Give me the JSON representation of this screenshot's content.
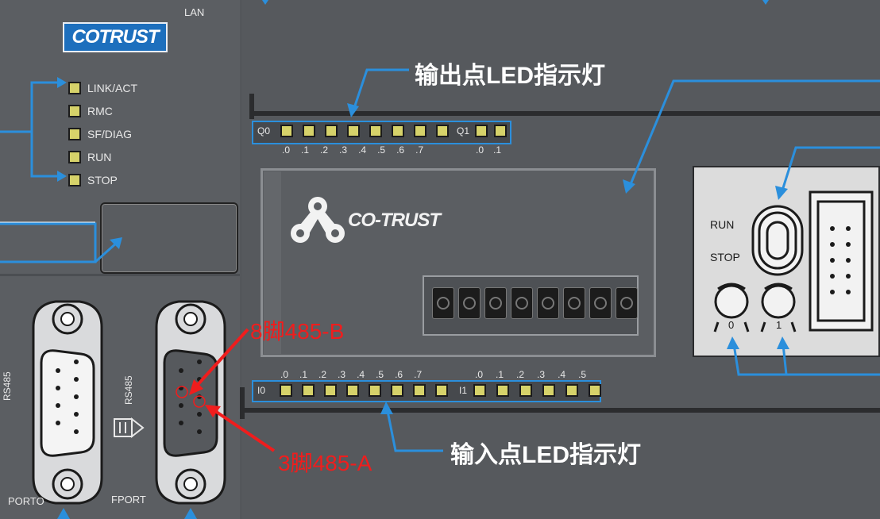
{
  "left_module": {
    "lan_label": "LAN",
    "brand": "COTRUST",
    "indicators": [
      "LINK/ACT",
      "RMC",
      "SF/DIAG",
      "RUN",
      "STOP"
    ],
    "ports": {
      "porto_label": "PORTO",
      "porto_side": "RS485",
      "fport_label": "FPORT",
      "fport_side": "RS485"
    }
  },
  "main_module": {
    "output_title": "输出点LED指示灯",
    "input_title": "输入点LED指示灯",
    "q0_label": "Q0",
    "q1_label": "Q1",
    "i0_label": "I0",
    "i1_label": "I1",
    "q0_ticks": [
      ".0",
      ".1",
      ".2",
      ".3",
      ".4",
      ".5",
      ".6",
      ".7"
    ],
    "q1_ticks": [
      ".0",
      ".1"
    ],
    "i0_ticks": [
      ".0",
      ".1",
      ".2",
      ".3",
      ".4",
      ".5",
      ".6",
      ".7"
    ],
    "i1_ticks": [
      ".0",
      ".1",
      ".2",
      ".3",
      ".4",
      ".5"
    ],
    "brand": "CO-TRUST",
    "switch_run": "RUN",
    "switch_stop": "STOP",
    "pot_0": "0",
    "pot_1": "1"
  },
  "annotations": {
    "pin8": "8脚485-B",
    "pin3": "3脚485-A"
  },
  "colors": {
    "arrow": "#2b8fdc",
    "led": "#d6d26a",
    "brand_blue": "#1d6fbd",
    "annotation_red": "#f01d1d"
  }
}
